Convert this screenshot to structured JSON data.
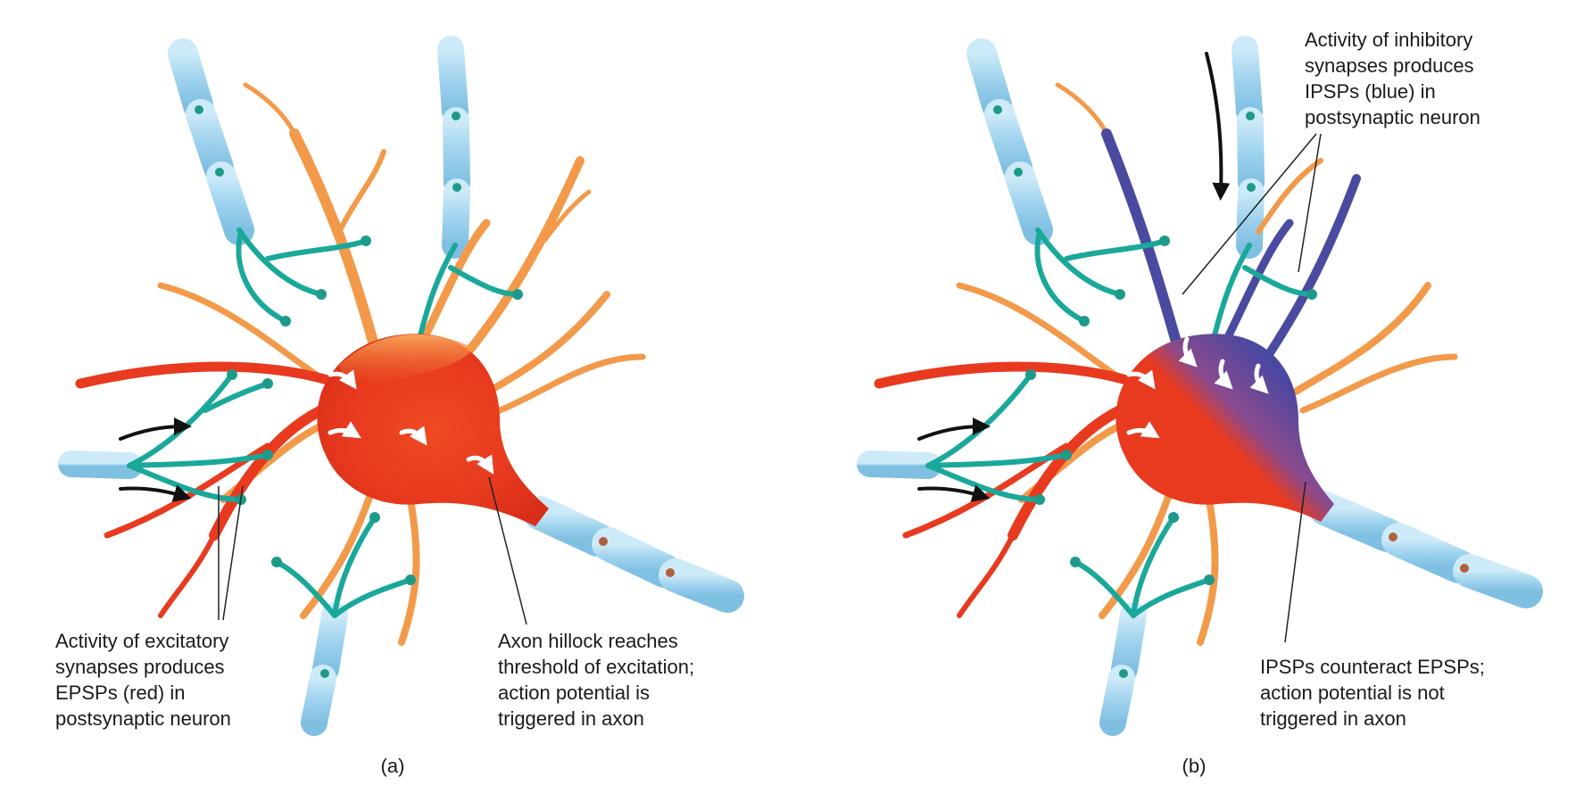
{
  "panels": [
    {
      "label": "(a)",
      "captions": {
        "excitatory": "Activity of excitatory\nsynapses produces\nEPSPs (red) in\npostsynaptic neuron",
        "axon_hillock": "Axon hillock reaches\nthreshold of excitation;\naction potential is\ntriggered in axon"
      }
    },
    {
      "label": "(b)",
      "captions": {
        "inhibitory": "Activity of inhibitory\nsynapses produces\nIPSPs (blue) in\npostsynaptic neuron",
        "counteract": "IPSPs counteract EPSPs;\naction potential is not\ntriggered in axon"
      }
    }
  ],
  "colors": {
    "excitation": "#e83a1f",
    "excitation_light": "#f07a2a",
    "dendrite": "#f29a4a",
    "inhibition": "#4a4aa0",
    "synaptic_axon": "#1aa89a",
    "myelin": "#a9d8ef",
    "node": "#1e9a8a",
    "arrow": "#111111",
    "leader": "#222222"
  },
  "icons": [
    "white-flow-arrow-icon",
    "black-direction-arrow-icon"
  ]
}
